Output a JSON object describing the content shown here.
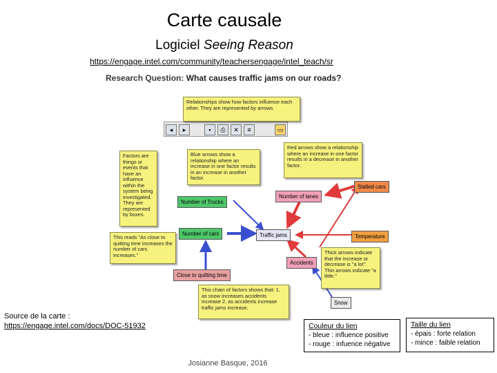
{
  "title": "Carte causale",
  "subtitle_prefix": "Logiciel ",
  "subtitle_italic": "Seeing Reason",
  "top_url": "https://engage.intel.com/community/teachersengage/intel_teach/sr",
  "source_label": "Source de la carte :",
  "source_url": "https://engage.intel.com/docs/DOC-51932",
  "author": "Josianne Basque, 2016",
  "legend_color": {
    "heading": "Couleur du lien",
    "line1": "- bleue : influence positive",
    "line2": "- rouge : infuence négative"
  },
  "legend_size": {
    "heading": "Taille du lien",
    "line1": "- épais : forte relation",
    "line2": "- mince : faible relation"
  },
  "screenshot": {
    "rq_label": "Research Question:",
    "rq_text": "What causes traffic jams on our roads?",
    "notes": {
      "relationships": "Relationships show how factors influence each other. They are represented by arrows.",
      "factors": "Factors are things or events that have an influence within the system being investigated. They are represented by boxes.",
      "blue": "Blue arrows show a relationship where an increase in one factor results in an increase in another factor.",
      "red": "Red arrows show a relationship where an increase in one factor results in a decrease in another factor.",
      "reads": "This reads \"As close to quitting time increases the number of cars increases.\"",
      "thick": "Thick arrows indicate that the increase or decrease is \"a lot\". Thin arrows indicate \"a little.\"",
      "chain": "This chain of factors shows that: 1. as snow increases accidents increase 2. as accidents increase traffic jams increase."
    },
    "factors": {
      "stalled": "Stalled cars",
      "lanes": "Number of lanes",
      "trucks": "Number of Trucks",
      "cars": "Number of cars",
      "jams": "Traffic jams",
      "temperature": "Temperature",
      "accidents": "Accidents",
      "quitting": "Close to quitting time",
      "snow": "Snow"
    },
    "toolbar_icons": [
      "back-icon",
      "forward-icon",
      "save-icon",
      "print-icon",
      "delete-icon",
      "notes-icon",
      "folder-icon"
    ]
  },
  "colors": {
    "positive": "#3a4fd0",
    "negative": "#e03a3a",
    "note_bg": "#f7f27e"
  }
}
